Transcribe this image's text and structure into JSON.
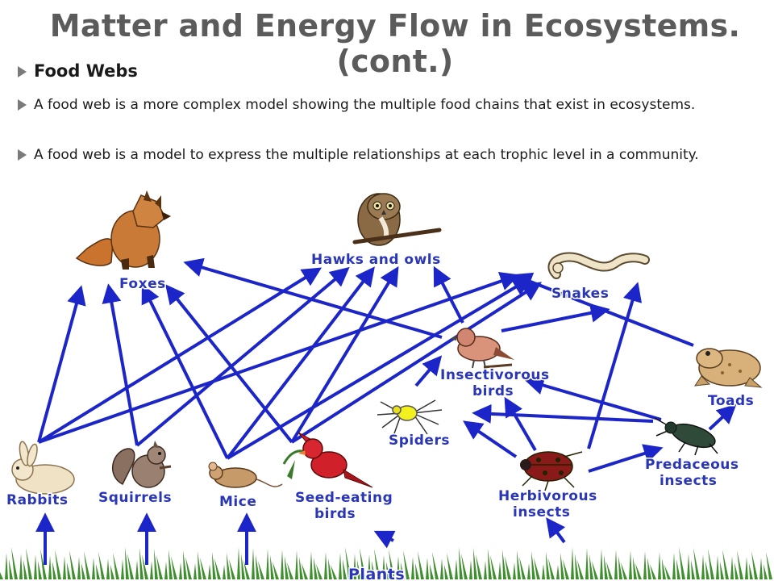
{
  "slide": {
    "title": "Matter and Energy Flow in Ecosystems. (cont.)",
    "heading": "Food Webs",
    "paragraphs": [
      "A food web is a more complex model showing the multiple food chains that exist in ecosystems.",
      "A food web is a model to express the multiple relationships at each trophic level in a community."
    ]
  },
  "colors": {
    "arrow": "#1c26c8",
    "label": "#2a36b8",
    "grass": "#3f8f2e",
    "title": "#5b5b5b"
  },
  "food_web": {
    "nodes": {
      "foxes": {
        "label": "Foxes",
        "icon": "fox-icon"
      },
      "hawks": {
        "label": "Hawks and owls",
        "icon": "owl-icon"
      },
      "snakes": {
        "label": "Snakes",
        "icon": "snake-icon"
      },
      "insectivorous_birds": {
        "label": "Insectivorous",
        "label2": "birds",
        "icon": "bird-icon"
      },
      "toads": {
        "label": "Toads",
        "icon": "toad-icon"
      },
      "spiders": {
        "label": "Spiders",
        "icon": "spider-icon"
      },
      "predaceous_insects": {
        "label": "Predaceous",
        "label2": "insects",
        "icon": "beetle-icon"
      },
      "rabbits": {
        "label": "Rabbits",
        "icon": "rabbit-icon"
      },
      "squirrels": {
        "label": "Squirrels",
        "icon": "squirrel-icon"
      },
      "mice": {
        "label": "Mice",
        "icon": "mouse-icon"
      },
      "seed_eating_birds": {
        "label": "Seed-eating",
        "label2": "birds",
        "icon": "cardinal-icon"
      },
      "herbivorous_insects": {
        "label": "Herbivorous",
        "label2": "insects",
        "icon": "ladybug-icon"
      },
      "plants": {
        "label": "Plants",
        "icon": "grass-icon"
      }
    },
    "edges": [
      [
        "rabbits",
        "foxes"
      ],
      [
        "rabbits",
        "hawks"
      ],
      [
        "rabbits",
        "snakes"
      ],
      [
        "squirrels",
        "foxes"
      ],
      [
        "squirrels",
        "hawks"
      ],
      [
        "mice",
        "foxes"
      ],
      [
        "mice",
        "hawks"
      ],
      [
        "mice",
        "snakes"
      ],
      [
        "seed_eating_birds",
        "foxes"
      ],
      [
        "seed_eating_birds",
        "hawks"
      ],
      [
        "seed_eating_birds",
        "snakes"
      ],
      [
        "insectivorous_birds",
        "foxes"
      ],
      [
        "insectivorous_birds",
        "hawks"
      ],
      [
        "insectivorous_birds",
        "snakes"
      ],
      [
        "spiders",
        "insectivorous_birds"
      ],
      [
        "herbivorous_insects",
        "spiders"
      ],
      [
        "herbivorous_insects",
        "insectivorous_birds"
      ],
      [
        "herbivorous_insects",
        "predaceous_insects"
      ],
      [
        "predaceous_insects",
        "spiders"
      ],
      [
        "predaceous_insects",
        "insectivorous_birds"
      ],
      [
        "predaceous_insects",
        "snakes"
      ],
      [
        "predaceous_insects",
        "toads"
      ],
      [
        "toads",
        "snakes"
      ],
      [
        "plants",
        "rabbits"
      ],
      [
        "plants",
        "squirrels"
      ],
      [
        "plants",
        "mice"
      ],
      [
        "plants",
        "seed_eating_birds"
      ],
      [
        "plants",
        "herbivorous_insects"
      ]
    ]
  }
}
